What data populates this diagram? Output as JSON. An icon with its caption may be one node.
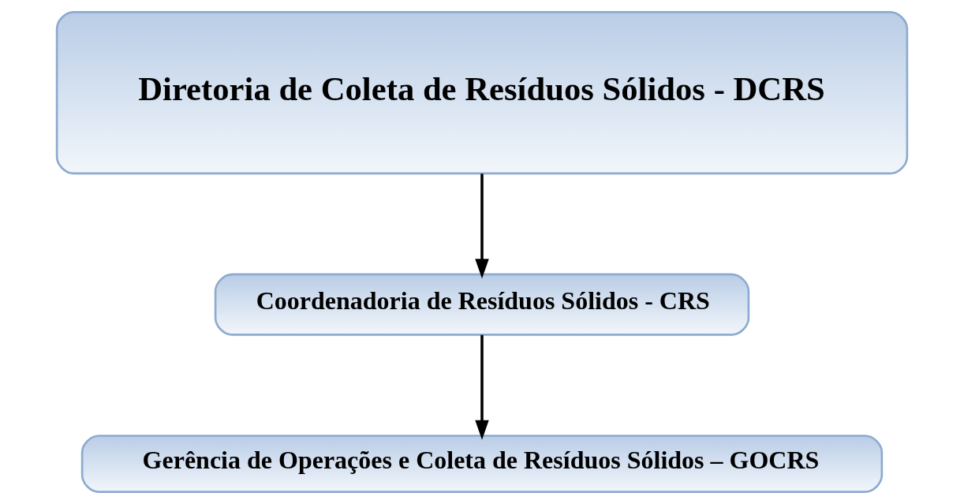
{
  "diagram": {
    "nodes": [
      {
        "text": [
          "Diretoria de Coleta de Resíduos Sólidos - DCRS"
        ]
      },
      {
        "text": [
          "Coordenadoria de Resíduos Sólidos - CRS"
        ]
      },
      {
        "text": [
          "Gerência de Operações e Coleta de Resíduos Sólidos – GOCRS"
        ]
      }
    ],
    "edges": [
      {
        "from": 0,
        "to": 1,
        "arrow": "to"
      },
      {
        "from": 1,
        "to": 2,
        "arrow": "to"
      }
    ]
  }
}
